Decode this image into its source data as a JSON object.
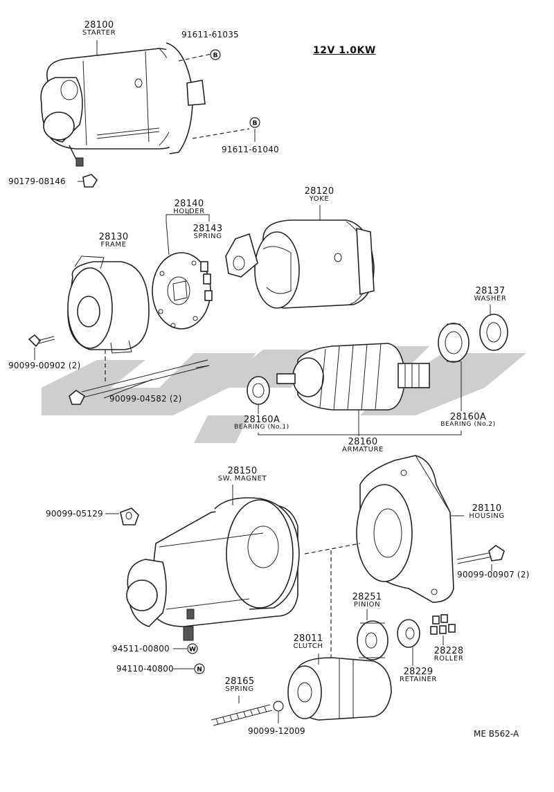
{
  "header": {
    "spec": "12V 1.0KW"
  },
  "parts": {
    "p28100": {
      "num": "28100",
      "name": "STARTER"
    },
    "p28130": {
      "num": "28130",
      "name": "FRAME"
    },
    "p28140": {
      "num": "28140",
      "name": "HOLDER"
    },
    "p28143": {
      "num": "28143",
      "name": "SPRING"
    },
    "p28120": {
      "num": "28120",
      "name": "YOKE"
    },
    "p28137": {
      "num": "28137",
      "name": "WASHER"
    },
    "p28160A1": {
      "num": "28160A",
      "name": "BEARING (No.1)"
    },
    "p28160A2": {
      "num": "28160A",
      "name": "BEARING (No.2)"
    },
    "p28160": {
      "num": "28160",
      "name": "ARMATURE"
    },
    "p28150": {
      "num": "28150",
      "name": "SW. MAGNET"
    },
    "p28110": {
      "num": "28110",
      "name": "HOUSING"
    },
    "p28251": {
      "num": "28251",
      "name": "PINION"
    },
    "p28011": {
      "num": "28011",
      "name": "CLUTCH"
    },
    "p28228": {
      "num": "28228",
      "name": "ROLLER"
    },
    "p28229": {
      "num": "28229",
      "name": "RETAINER"
    },
    "p28165": {
      "num": "28165",
      "name": "SPRING"
    }
  },
  "codes": {
    "c61035": "91611-61035",
    "c61040": "91611-61040",
    "c08146": "90179-08146",
    "c00902": "90099-00902 (2)",
    "c04582": "90099-04582 (2)",
    "c05129": "90099-05129",
    "c00907": "90099-00907 (2)",
    "c00800": "94511-00800",
    "c40800": "94110-40800",
    "c12009": "90099-12009"
  },
  "symbols": {
    "b": "B",
    "w": "W",
    "n": "N"
  },
  "footer": {
    "ref": "ME B562-A"
  }
}
